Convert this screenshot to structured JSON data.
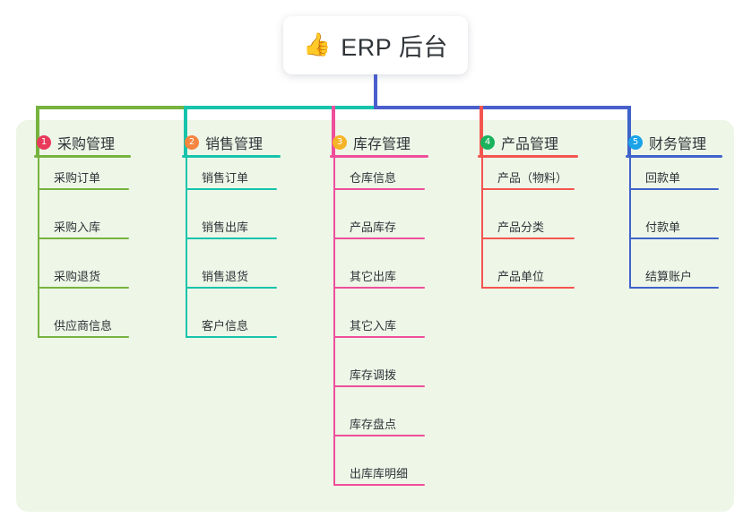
{
  "root": {
    "icon": "thumbs-up-icon",
    "icon_glyph": "👍",
    "title": "ERP 后台"
  },
  "canvas": {
    "background": "#ffffff",
    "panel_background": "#eef6e8"
  },
  "trunk": {
    "color": "#4a5fcc"
  },
  "columns": [
    {
      "index": "1",
      "title": "采购管理",
      "badge_color": "#ea3a5c",
      "line_color": "#76b33f",
      "connector_color": "#76b33f",
      "items": [
        "采购订单",
        "采购入库",
        "采购退货",
        "供应商信息"
      ]
    },
    {
      "index": "2",
      "title": "销售管理",
      "badge_color": "#f5853f",
      "line_color": "#17c4ab",
      "connector_color": "#17c4ab",
      "items": [
        "销售订单",
        "销售出库",
        "销售退货",
        "客户信息"
      ]
    },
    {
      "index": "3",
      "title": "库存管理",
      "badge_color": "#f5b battle",
      "line_color": "#ef4e9b",
      "connector_color": "#ef4e9b",
      "items": [
        "仓库信息",
        "产品库存",
        "其它出库",
        "其它入库",
        "库存调拨",
        "库存盘点",
        "出库库明细"
      ]
    },
    {
      "index": "4",
      "title": "产品管理",
      "badge_color": "#19b35c",
      "line_color": "#f4554f",
      "connector_color": "#f4554f",
      "items": [
        "产品（物料）",
        "产品分类",
        "产品单位"
      ]
    },
    {
      "index": "5",
      "title": "财务管理",
      "badge_color": "#1aa3e8",
      "line_color": "#3f63c9",
      "connector_color": "#3f63c9",
      "items": [
        "回款单",
        "付款单",
        "结算账户"
      ]
    }
  ]
}
